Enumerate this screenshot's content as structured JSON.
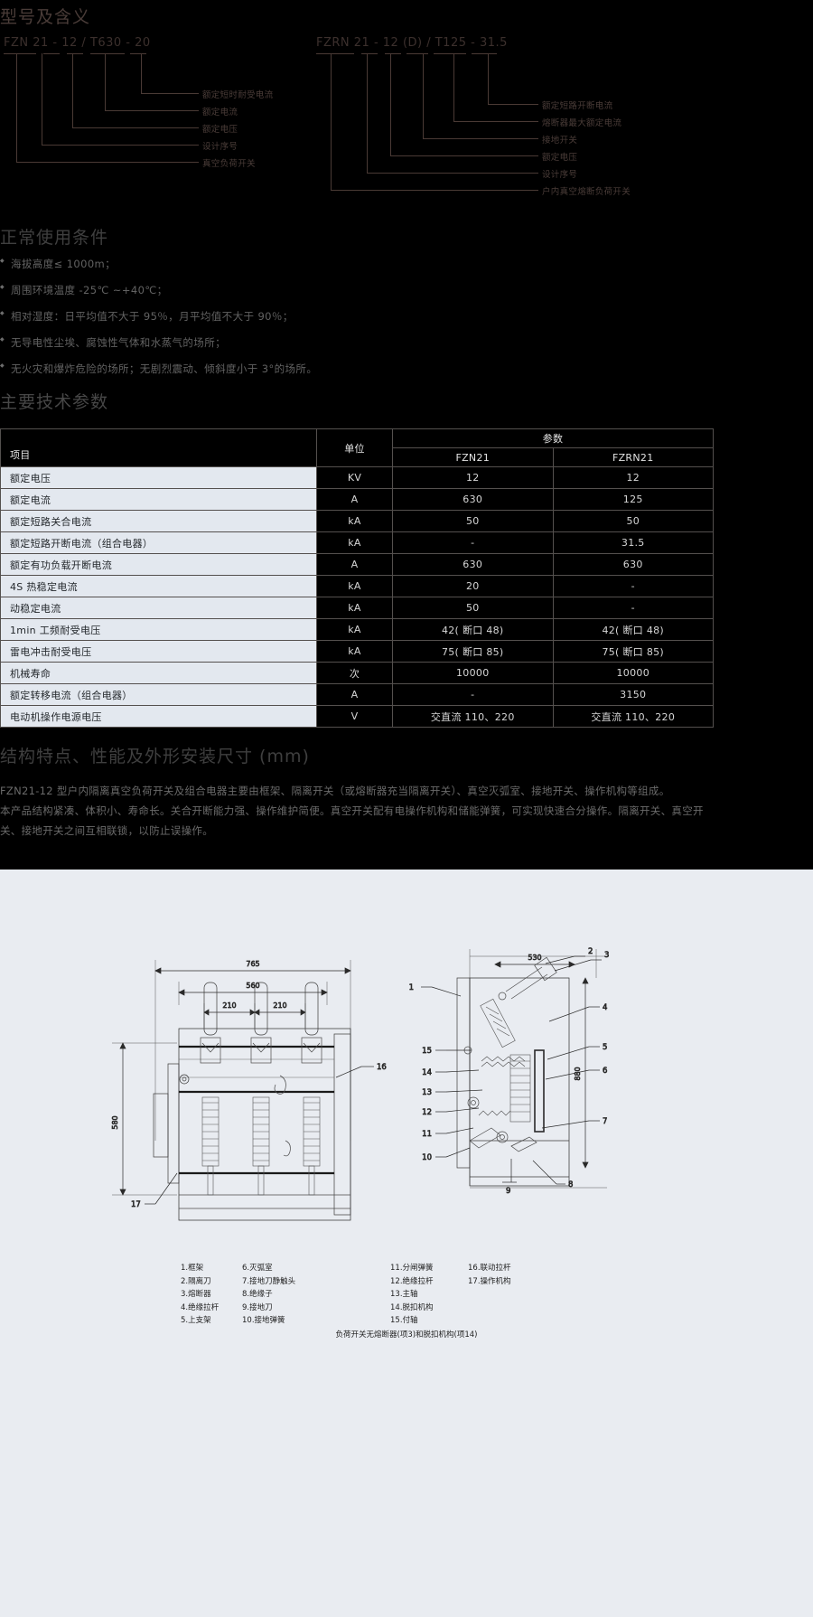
{
  "sections": {
    "model": {
      "title": "型号及含义",
      "left": {
        "code": "FZN  21 - 12 / T630 - 20",
        "labels": [
          "额定短时耐受电流",
          "额定电流",
          "额定电压",
          "设计序号",
          "真空负荷开关"
        ]
      },
      "right": {
        "code": "FZRN  21 - 12  (D) / T125 - 31.5",
        "labels": [
          "额定短路开断电流",
          "熔断器最大额定电流",
          "接地开关",
          "额定电压",
          "设计序号",
          "户内真空熔断负荷开关"
        ]
      }
    },
    "conditions": {
      "title": "正常使用条件",
      "items": [
        "海拔高度≤ 1000m；",
        "周围环境温度 -25℃ ~+40℃；",
        "相对湿度：日平均值不大于 95％，月平均值不大于 90％；",
        "无导电性尘埃、腐蚀性气体和水蒸气的场所；",
        "无火灾和爆炸危险的场所；无剧烈震动、倾斜度小于 3°的场所。"
      ]
    },
    "spec": {
      "title": "主要技术参数",
      "headers": {
        "item": "项目",
        "unit": "单位",
        "param": "参数",
        "col1": "FZN21",
        "col2": "FZRN21"
      },
      "rows": [
        {
          "item": "额定电压",
          "unit": "KV",
          "v1": "12",
          "v2": "12"
        },
        {
          "item": "额定电流",
          "unit": "A",
          "v1": "630",
          "v2": "125"
        },
        {
          "item": "额定短路关合电流",
          "unit": "kA",
          "v1": "50",
          "v2": "50"
        },
        {
          "item": "额定短路开断电流（组合电器）",
          "unit": "kA",
          "v1": "-",
          "v2": "31.5"
        },
        {
          "item": "额定有功负载开断电流",
          "unit": "A",
          "v1": "630",
          "v2": "630"
        },
        {
          "item": "4S 热稳定电流",
          "unit": "kA",
          "v1": "20",
          "v2": "-"
        },
        {
          "item": "动稳定电流",
          "unit": "kA",
          "v1": "50",
          "v2": "-"
        },
        {
          "item": "1min 工频耐受电压",
          "unit": "kA",
          "v1": "42( 断口 48)",
          "v2": "42( 断口 48)"
        },
        {
          "item": "雷电冲击耐受电压",
          "unit": "kA",
          "v1": "75( 断口 85)",
          "v2": "75( 断口 85)"
        },
        {
          "item": "机械寿命",
          "unit": "次",
          "v1": "10000",
          "v2": "10000"
        },
        {
          "item": "额定转移电流（组合电器）",
          "unit": "A",
          "v1": "-",
          "v2": "3150"
        },
        {
          "item": "电动机操作电源电压",
          "unit": "V",
          "v1": "交直流 110、220",
          "v2": "交直流 110、220"
        }
      ]
    },
    "structure": {
      "title": "结构特点、性能及外形安装尺寸 (mm)",
      "paragraphs": [
        "FZN21-12 型户内隔离真空负荷开关及组合电器主要由框架、隔离开关（或熔断器充当隔离开关）、真空灭弧室、接地开关、操作机构等组成。",
        "本产品结构紧凑、体积小、寿命长。关合开断能力强、操作维护简便。真空开关配有电操作机构和储能弹簧，可实现快速合分操作。隔离开关、真空开关、接地开关之间互相联锁，以防止误操作。"
      ]
    },
    "drawing": {
      "dimensions": {
        "overall_width": "765",
        "inner_width": "560",
        "pole_pitch_1": "210",
        "pole_pitch_2": "210",
        "height": "580",
        "side_width": "530",
        "side_height": "880"
      },
      "callouts_front": [
        "16",
        "17"
      ],
      "callouts_side": [
        "1",
        "2",
        "3",
        "4",
        "5",
        "6",
        "7",
        "8",
        "9",
        "10",
        "11",
        "12",
        "13",
        "14",
        "15"
      ],
      "legend_col1": [
        "1.框架",
        "2.隔离刀",
        "3.熔断器",
        "4.绝缘拉杆",
        "5.上支架"
      ],
      "legend_col2": [
        "6.灭弧室",
        "7.接地刀静触头",
        "8.绝缘子",
        "9.接地刀",
        "10.接地弹簧"
      ],
      "legend_col3": [
        "11.分闸弹簧",
        "12.绝缘拉杆",
        "13.主轴",
        "14.脱扣机构",
        "15.付轴"
      ],
      "legend_col4": [
        "16.联动拉杆",
        "17.操作机构"
      ],
      "caption": "负荷开关无熔断器(项3)和脱扣机构(项14)"
    }
  }
}
